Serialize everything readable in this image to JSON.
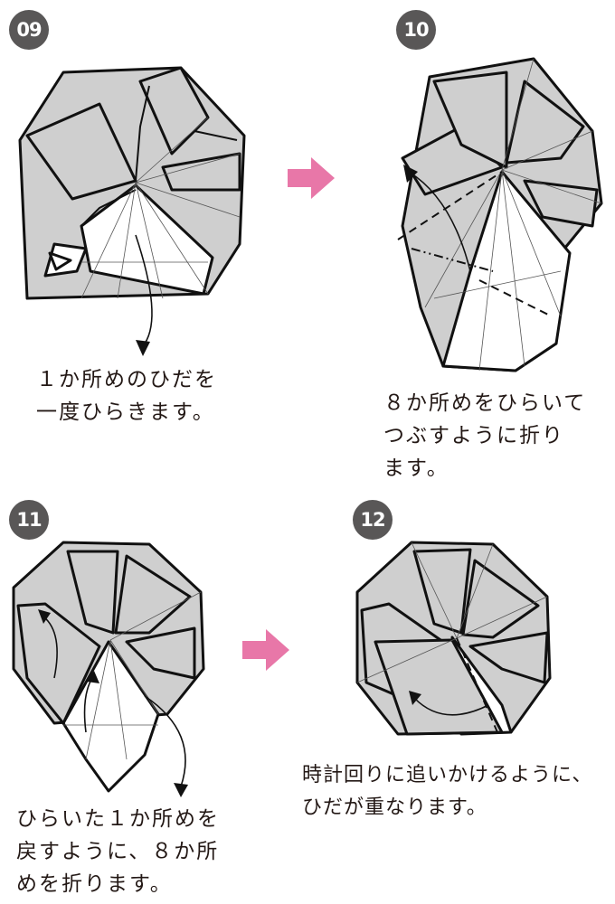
{
  "steps": [
    {
      "number": "09",
      "caption": "１か所めのひだを\n一度ひらきます。"
    },
    {
      "number": "10",
      "caption": "８か所めをひらいて\nつぶすように折り\nます。"
    },
    {
      "number": "11",
      "caption": "ひらいた１か所めを\n戻すように、８か所\nめを折ります。"
    },
    {
      "number": "12",
      "caption": "時計回りに追いかけるように、\nひだが重なります。"
    }
  ],
  "colors": {
    "badge": "#595757",
    "paper_shaded": "#cfcfcf",
    "paper_white": "#ffffff",
    "next_arrow": "#e877a8",
    "text": "#231815"
  },
  "icons": {
    "step_badge": "filled-circle",
    "next_arrow": "pink-block-arrow-right",
    "fold_arrow": "curved-arrow"
  }
}
